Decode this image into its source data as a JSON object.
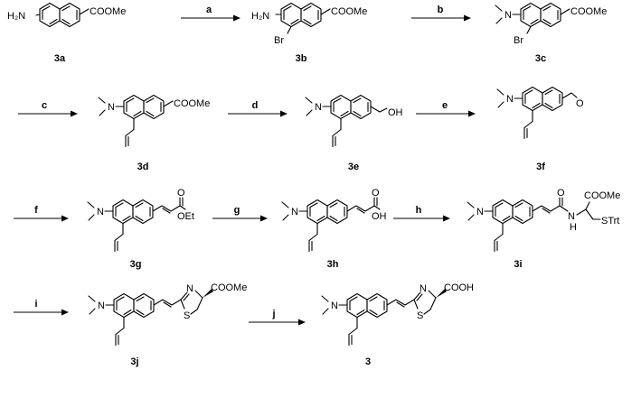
{
  "compounds": [
    {
      "id": "3a",
      "label": "3a",
      "groups": [
        "H₂N",
        "COOMe"
      ]
    },
    {
      "id": "3b",
      "label": "3b",
      "groups": [
        "H₂N",
        "Br",
        "COOMe"
      ]
    },
    {
      "id": "3c",
      "label": "3c",
      "groups": [
        "N",
        "Br",
        "COOMe"
      ]
    },
    {
      "id": "3d",
      "label": "3d",
      "groups": [
        "N",
        "COOMe"
      ]
    },
    {
      "id": "3e",
      "label": "3e",
      "groups": [
        "N",
        "OH"
      ]
    },
    {
      "id": "3f",
      "label": "3f",
      "groups": [
        "N",
        "O"
      ]
    },
    {
      "id": "3g",
      "label": "3g",
      "groups": [
        "N",
        "O",
        "OEt"
      ]
    },
    {
      "id": "3h",
      "label": "3h",
      "groups": [
        "N",
        "O",
        "OH"
      ]
    },
    {
      "id": "3i",
      "label": "3i",
      "groups": [
        "N",
        "O",
        "COOMe",
        "N",
        "H",
        "STrt"
      ]
    },
    {
      "id": "3j",
      "label": "3j",
      "groups": [
        "N",
        "N",
        "COOMe",
        "S"
      ]
    },
    {
      "id": "3",
      "label": "3",
      "groups": [
        "N",
        "N",
        "COOH",
        "S"
      ]
    }
  ],
  "steps": [
    {
      "id": "a",
      "label": "a"
    },
    {
      "id": "b",
      "label": "b"
    },
    {
      "id": "c",
      "label": "c"
    },
    {
      "id": "d",
      "label": "d"
    },
    {
      "id": "e",
      "label": "e"
    },
    {
      "id": "f",
      "label": "f"
    },
    {
      "id": "g",
      "label": "g"
    },
    {
      "id": "h",
      "label": "h"
    },
    {
      "id": "i",
      "label": "i"
    },
    {
      "id": "j",
      "label": "j"
    }
  ]
}
